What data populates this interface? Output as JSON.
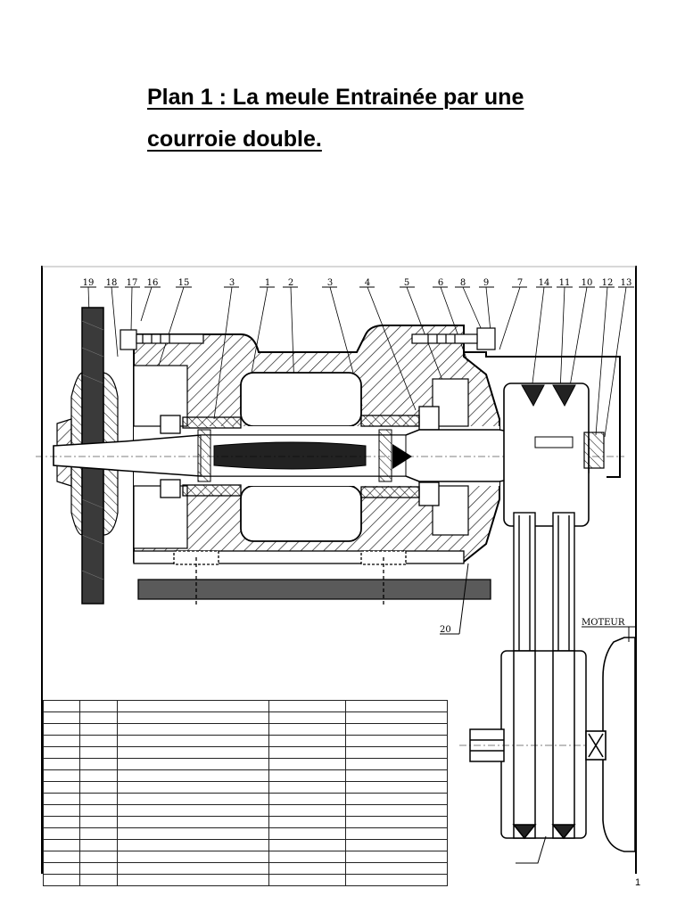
{
  "document": {
    "title_line1": "Plan 1 : La meule Entrainée par une",
    "title_line2": "courroie double.",
    "page_number": "1"
  },
  "drawing": {
    "part_labels": [
      "19",
      "18",
      "17",
      "16",
      "15",
      "3",
      "1",
      "2",
      "3",
      "4",
      "5",
      "6",
      "8",
      "9",
      "7",
      "14",
      "11",
      "10",
      "12",
      "13"
    ],
    "label_20": "20",
    "motor_label": "MOTEUR"
  },
  "parts_table": {
    "rows": 16,
    "columns": 5
  }
}
